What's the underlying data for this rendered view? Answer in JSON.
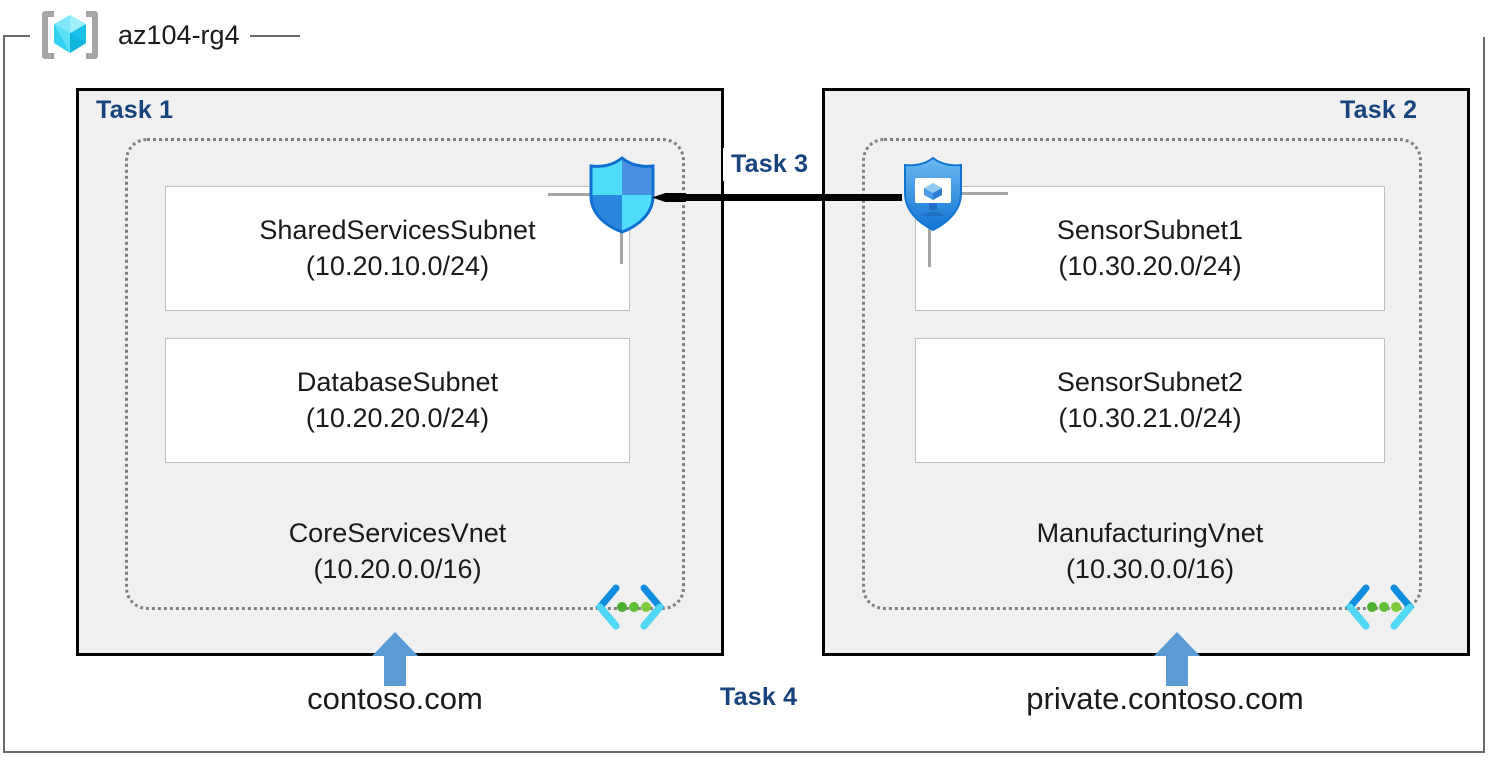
{
  "resource_group": {
    "name": "az104-rg4",
    "icon": "resource-group-cube-icon"
  },
  "tasks": {
    "task1_label": "Task 1",
    "task2_label": "Task 2",
    "task3_label": "Task 3",
    "task4_label": "Task 4"
  },
  "vnets": [
    {
      "id": "core-services",
      "name": "CoreServicesVnet",
      "cidr": "(10.20.0.0/16)",
      "icon": "virtual-network-icon",
      "dns_zone": "contoso.com",
      "subnets": [
        {
          "name": "SharedServicesSubnet",
          "cidr": "(10.20.10.0/24)"
        },
        {
          "name": "DatabaseSubnet",
          "cidr": "(10.20.20.0/24)"
        }
      ]
    },
    {
      "id": "manufacturing",
      "name": "ManufacturingVnet",
      "cidr": "(10.30.0.0/16)",
      "icon": "virtual-network-icon",
      "dns_zone": "private.contoso.com",
      "subnets": [
        {
          "name": "SensorSubnet1",
          "cidr": "(10.30.20.0/24)"
        },
        {
          "name": "SensorSubnet2",
          "cidr": "(10.30.21.0/24)"
        }
      ]
    }
  ],
  "icons": {
    "shield": "shield-icon",
    "private_endpoint": "private-endpoint-shield-icon",
    "peering_arrow": "peering-arrow-left-icon",
    "dns_arrow": "dns-link-up-arrow-icon"
  },
  "colors": {
    "task_label": "#17447e",
    "box_fill": "#f0f0f0",
    "box_border": "#000000",
    "vnet_dashed_border": "#808080",
    "subnet_border": "#bfbfbf",
    "rg_border": "#6b6b6b",
    "arrow_blue": "#4f93e0",
    "azure_cube_cyan": "#41d3f5",
    "shield_blue": "#1b8ae6"
  }
}
